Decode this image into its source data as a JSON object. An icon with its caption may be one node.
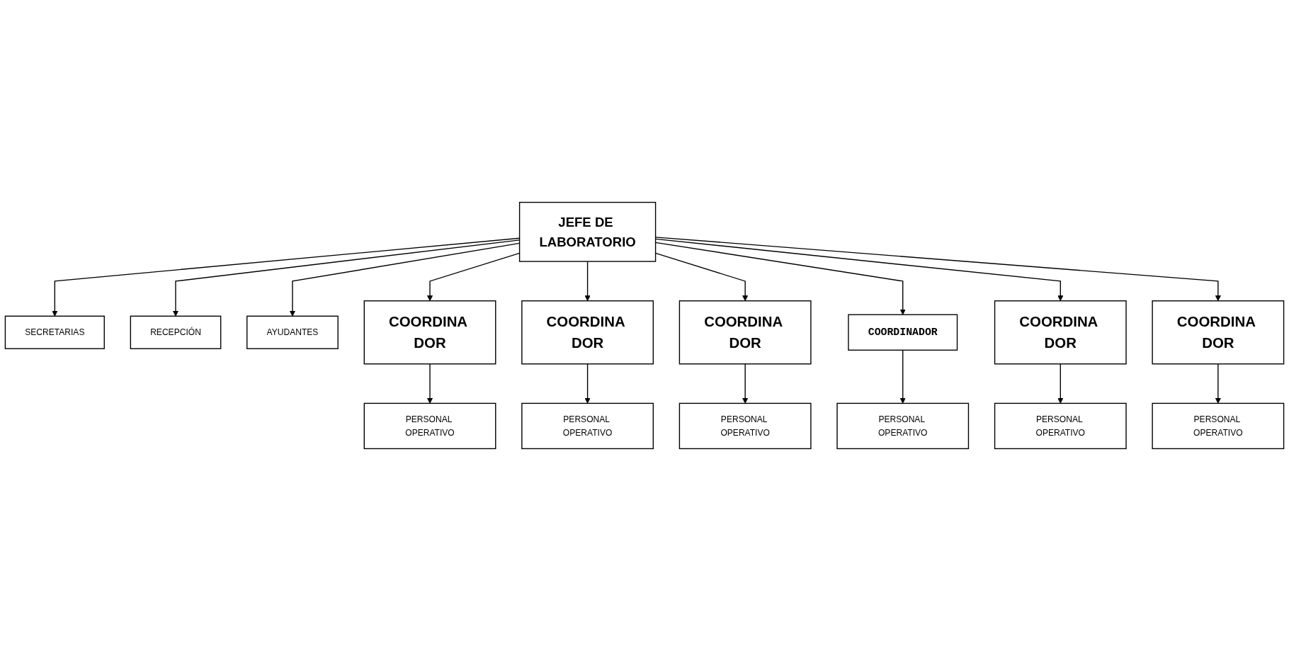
{
  "diagram": {
    "nodes": [
      {
        "text": [
          "JEFE DE LABORATORIO"
        ]
      },
      {
        "text": [
          "SECRETARIAS"
        ]
      },
      {
        "text": [
          "RECEPCIÓN"
        ]
      },
      {
        "text": [
          "AYUDANTES"
        ]
      },
      {
        "text": [
          "COORDINA DOR"
        ]
      },
      {
        "text": [
          "COORDINA DOR"
        ]
      },
      {
        "text": [
          "COORDINA DOR"
        ]
      },
      {
        "text": [
          "COORDINADOR"
        ]
      },
      {
        "text": [
          "COORDINA DOR"
        ]
      },
      {
        "text": [
          "COORDINA DOR"
        ]
      },
      {
        "text": [
          "PERSONAL OPERATIVO"
        ]
      },
      {
        "text": [
          "PERSONAL OPERATIVO"
        ]
      },
      {
        "text": [
          "PERSONAL OPERATIVO"
        ]
      },
      {
        "text": [
          "PERSONAL OPERATIVO"
        ]
      },
      {
        "text": [
          "PERSONAL OPERATIVO"
        ]
      },
      {
        "text": [
          "PERSONAL OPERATIVO"
        ]
      }
    ],
    "edges": [
      {
        "from": 0,
        "to": 1,
        "arrow": "to"
      },
      {
        "from": 0,
        "to": 2,
        "arrow": "to"
      },
      {
        "from": 0,
        "to": 3,
        "arrow": "to"
      },
      {
        "from": 0,
        "to": 4,
        "arrow": "to"
      },
      {
        "from": 0,
        "to": 5,
        "arrow": "to"
      },
      {
        "from": 0,
        "to": 6,
        "arrow": "to"
      },
      {
        "from": 0,
        "to": 7,
        "arrow": "to"
      },
      {
        "from": 0,
        "to": 8,
        "arrow": "to"
      },
      {
        "from": 0,
        "to": 9,
        "arrow": "to"
      },
      {
        "from": 4,
        "to": 10,
        "arrow": "to"
      },
      {
        "from": 5,
        "to": 11,
        "arrow": "to"
      },
      {
        "from": 6,
        "to": 12,
        "arrow": "to"
      },
      {
        "from": 7,
        "to": 13,
        "arrow": "to"
      },
      {
        "from": 8,
        "to": 14,
        "arrow": "to"
      },
      {
        "from": 9,
        "to": 15,
        "arrow": "to"
      }
    ]
  }
}
